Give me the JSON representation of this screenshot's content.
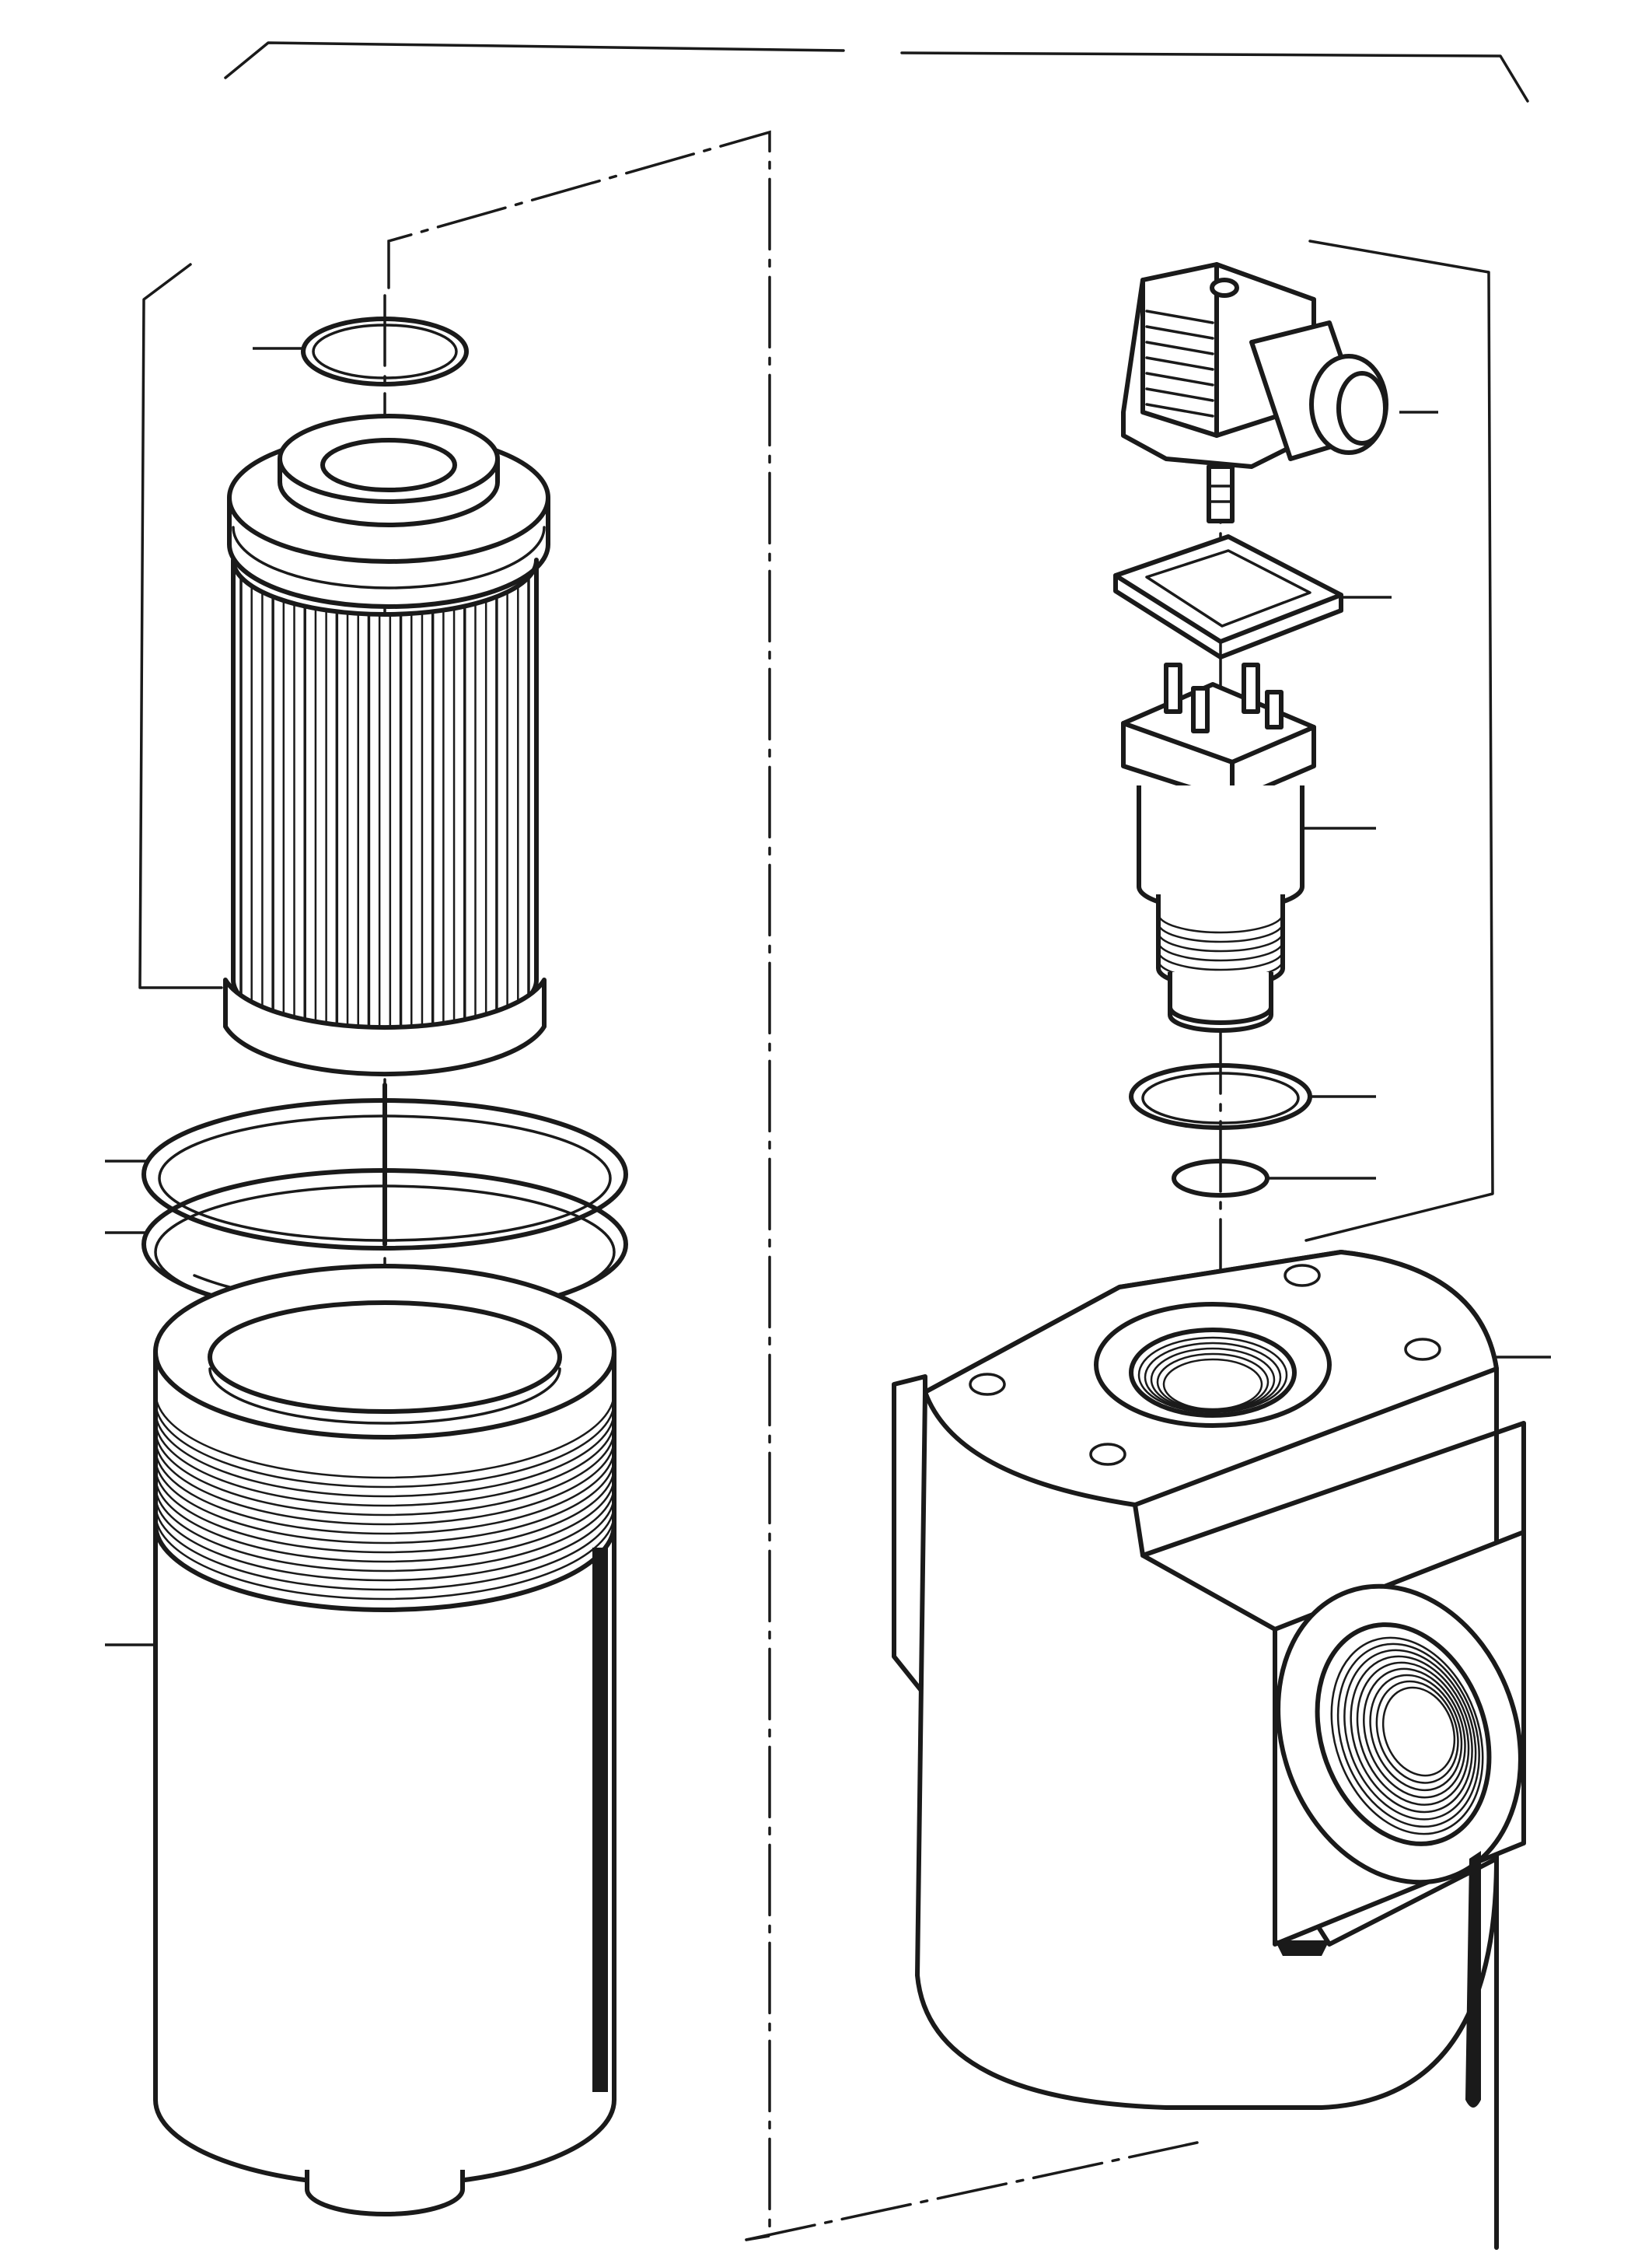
{
  "figure": {
    "kind": "exploded-view line drawing",
    "parts": [
      {
        "id": "filter-assembly-group",
        "icon": "bracket-icon"
      },
      {
        "id": "filter-element",
        "icon": "pleated-cylinder-icon"
      },
      {
        "id": "element-o-ring",
        "icon": "o-ring-icon"
      },
      {
        "id": "bowl-seal-ring",
        "icon": "o-ring-icon"
      },
      {
        "id": "bowl-backup-ring",
        "icon": "o-ring-icon"
      },
      {
        "id": "filter-bowl",
        "icon": "cylinder-icon"
      },
      {
        "id": "indicator-group",
        "icon": "bracket-icon"
      },
      {
        "id": "electrical-connector-plug",
        "icon": "plug-icon"
      },
      {
        "id": "connector-gasket",
        "icon": "gasket-icon"
      },
      {
        "id": "clogging-indicator-switch",
        "icon": "switch-icon"
      },
      {
        "id": "indicator-seal-ring-large",
        "icon": "o-ring-icon"
      },
      {
        "id": "indicator-seal-ring-small",
        "icon": "o-ring-icon"
      },
      {
        "id": "filter-head-housing",
        "icon": "housing-icon"
      }
    ],
    "ink_color": "#1a1a1a",
    "paper_color": "#ffffff"
  }
}
